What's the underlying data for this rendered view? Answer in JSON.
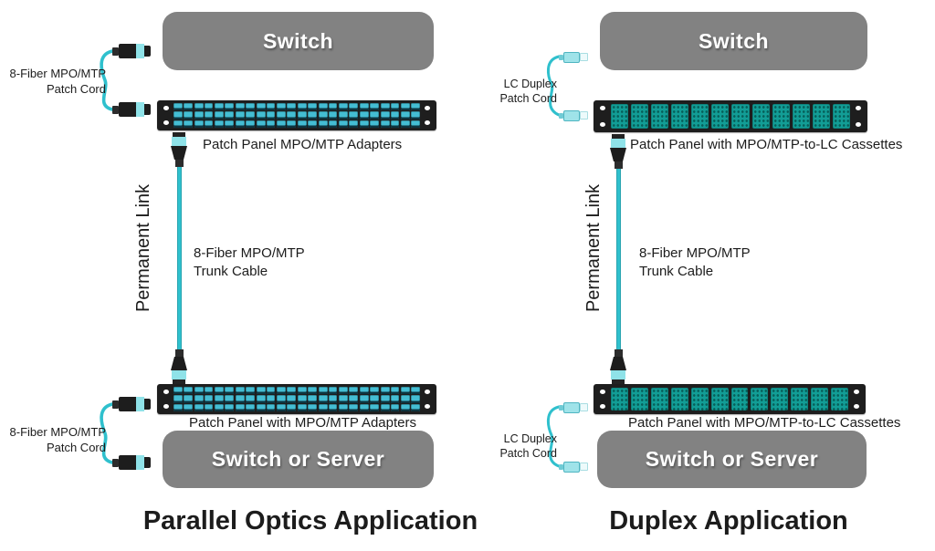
{
  "left_diagram": {
    "title": "Parallel Optics Application",
    "top_device": "Switch",
    "bottom_device": "Switch or Server",
    "top_patch_cord": {
      "line1": "8-Fiber MPO/MTP",
      "line2": "Patch Cord"
    },
    "bottom_patch_cord": {
      "line1": "8-Fiber MPO/MTP",
      "line2": "Patch Cord"
    },
    "top_panel_label": "Patch Panel MPO/MTP Adapters",
    "bottom_panel_label": "Patch Panel with MPO/MTP Adapters",
    "permanent_link": "Permanent Link",
    "trunk_cable": {
      "line1": "8-Fiber MPO/MTP",
      "line2": "Trunk Cable"
    }
  },
  "right_diagram": {
    "title": "Duplex Application",
    "top_device": "Switch",
    "bottom_device": "Switch or Server",
    "top_patch_cord": {
      "line1": "LC Duplex",
      "line2": "Patch Cord"
    },
    "bottom_patch_cord": {
      "line1": "LC Duplex",
      "line2": "Patch Cord"
    },
    "top_panel_label": "Patch Panel with MPO/MTP-to-LC Cassettes",
    "bottom_panel_label": "Patch Panel with MPO/MTP-to-LC Cassettes",
    "permanent_link": "Permanent Link",
    "trunk_cable": {
      "line1": "8-Fiber MPO/MTP",
      "line2": "Trunk Cable"
    }
  },
  "panels": {
    "mpo_group_count": 12,
    "mpo_ports_per_group": 6,
    "lc_cassette_count": 12
  },
  "colors": {
    "cable": "#2fc0cd",
    "connector_band": "#8fe2e8",
    "connector_body": "#1d1d1d",
    "panel_body": "#1e1e1e",
    "mpo_port": "#44bdd3",
    "mpo_port_slot": "#0d3540",
    "lc_cassette": "#129d96",
    "lc_cassette_dot": "#07605a",
    "lc_connector": "#9fe3e9",
    "device_box": "#828282",
    "device_text": "#ffffff",
    "label_text": "#1c1c1c"
  }
}
